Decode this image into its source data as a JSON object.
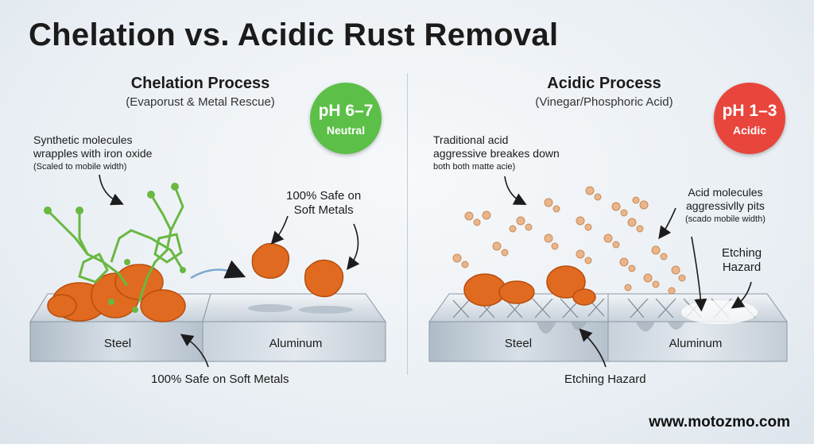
{
  "title": "Chelation vs. Acidic Rust Removal",
  "left": {
    "heading": "Chelation Process",
    "subheading": "(Evaporust & Metal Rescue)",
    "badge": {
      "ph": "pH 6–7",
      "label": "Neutral",
      "color": "#5cbf47"
    },
    "note_line1": "Synthetic molecules",
    "note_line2": "wrapples with iron oxide",
    "note_small": "(Scaled to mobile width)",
    "safe_top_line1": "100% Safe on",
    "safe_top_line2": "Soft Metals",
    "steel_label": "Steel",
    "aluminum_label": "Aluminum",
    "bottom_label": "100% Safe on Soft Metals"
  },
  "right": {
    "heading": "Acidic Process",
    "subheading": "(Vinegar/Phosphoric Acid)",
    "badge": {
      "ph": "pH 1–3",
      "label": "Acidic",
      "color": "#e8453c"
    },
    "note_line1": "Traditional acid",
    "note_line2": "aggressive breakes down",
    "note_line3": "both both matte acie)",
    "acid_line1": "Acid molecules",
    "acid_line2": "aggressivlly pits",
    "acid_small": "(scado mobile width)",
    "etch_line1": "Etching",
    "etch_line2": "Hazard",
    "steel_label": "Steel",
    "aluminum_label": "Aluminum",
    "bottom_label": "Etching Hazard"
  },
  "footer": "www.motozmo.com",
  "colors": {
    "rust": "#e06a1f",
    "molecule": "#69b842",
    "acid_mol": "#eab58a"
  }
}
